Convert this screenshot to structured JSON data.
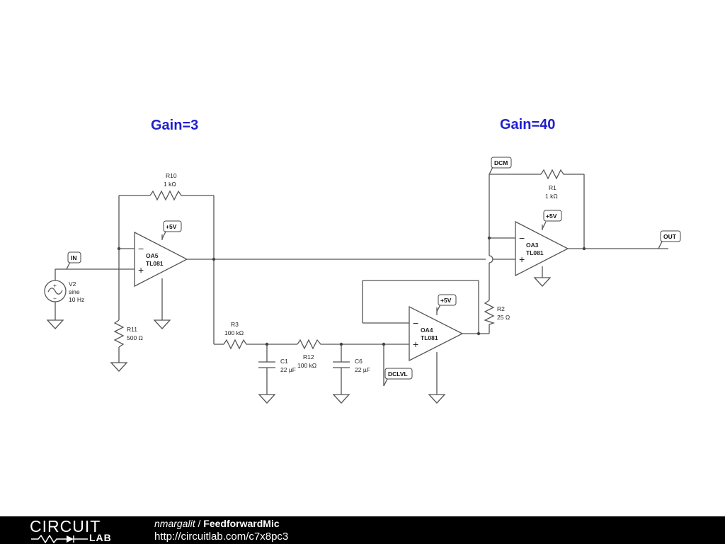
{
  "annotations": {
    "gain_left": "Gain=3",
    "gain_right": "Gain=40"
  },
  "flags": {
    "in": "IN",
    "dcm": "DCM",
    "out": "OUT",
    "dclvl": "DCLVL",
    "vcc": "+5V"
  },
  "components": {
    "R10": {
      "name": "R10",
      "value": "1 kΩ"
    },
    "R11": {
      "name": "R11",
      "value": "500 Ω"
    },
    "R3": {
      "name": "R3",
      "value": "100 kΩ"
    },
    "R12": {
      "name": "R12",
      "value": "100 kΩ"
    },
    "R1": {
      "name": "R1",
      "value": "1 kΩ"
    },
    "R2": {
      "name": "R2",
      "value": "25 Ω"
    },
    "C1": {
      "name": "C1",
      "value": "22 µF"
    },
    "C6": {
      "name": "C6",
      "value": "22 µF"
    },
    "V2": {
      "name": "V2",
      "type": "sine",
      "freq": "10 Hz"
    },
    "OA5": {
      "name": "OA5",
      "part": "TL081"
    },
    "OA4": {
      "name": "OA4",
      "part": "TL081"
    },
    "OA3": {
      "name": "OA3",
      "part": "TL081"
    }
  },
  "opamp_signs": {
    "minus": "−",
    "plus": "+"
  },
  "footer": {
    "logo_top": "CIRCUIT",
    "logo_bottom": "LAB",
    "author": "nmargalit",
    "separator": " / ",
    "title": "FeedforwardMic",
    "url": "http://circuitlab.com/c7x8pc3"
  }
}
